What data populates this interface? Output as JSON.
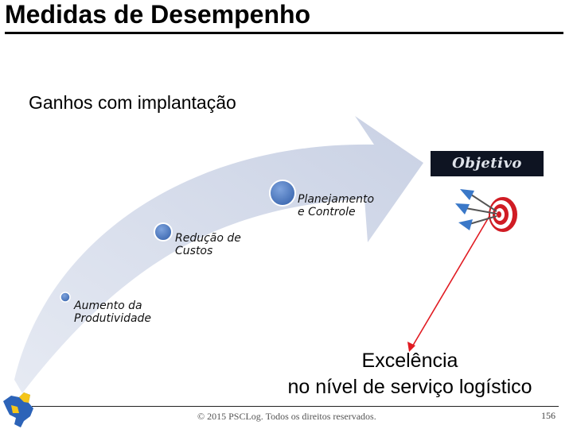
{
  "slide": {
    "title": "Medidas de Desempenho",
    "subtitle": "Ganhos com implantação",
    "objective_label": "Objetivo",
    "steps": [
      {
        "line1": "Aumento da",
        "line2": "Produtividade"
      },
      {
        "line1": "Redução de",
        "line2": "Custos"
      },
      {
        "line1": "Planejamento",
        "line2": "e Controle"
      }
    ],
    "goal_line1": "Excelência",
    "goal_line2": "no nível de serviço logístico",
    "copyright": "© 2015 PSCLog. Todos os direitos reservados.",
    "page_number": "156"
  },
  "colors": {
    "arrow_fill": "#d3d9e8",
    "step_dot": "#4f7dc4",
    "objective_bg": "#0e1422",
    "pointer_line": "#e11b22",
    "target_red": "#d01c24"
  },
  "icons": [
    "dart-target-icon",
    "brazil-map-icon"
  ]
}
